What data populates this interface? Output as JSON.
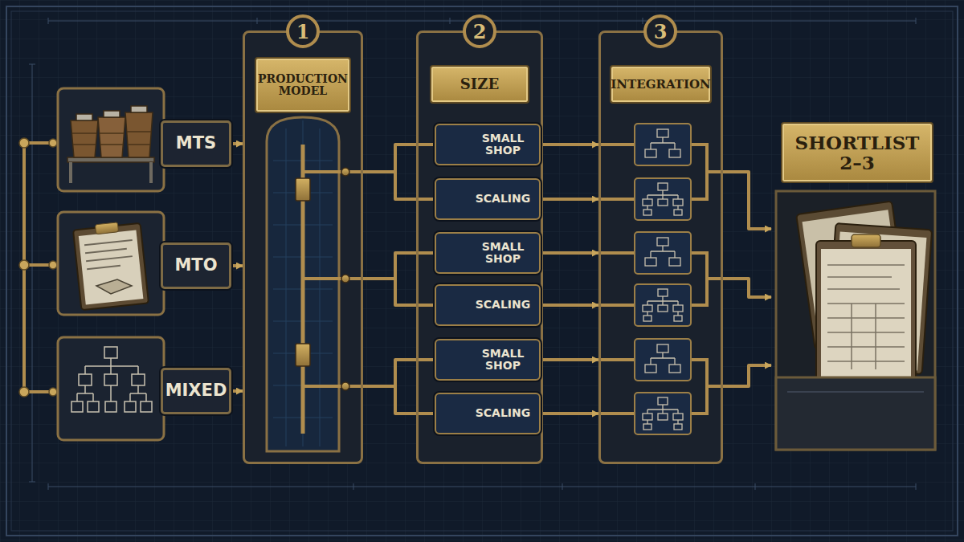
{
  "diagram": {
    "nodes": [
      {
        "text": [
          "MTS"
        ]
      },
      {
        "text": [
          "MTO"
        ]
      },
      {
        "text": [
          "MIXED"
        ]
      },
      {
        "text": [
          "PRODUCTION MODEL"
        ]
      },
      {
        "text": [
          "SIZE"
        ]
      },
      {
        "text": [
          "SMALL SHOP"
        ],
        "in": 4
      },
      {
        "text": [
          "SCALING"
        ],
        "in": 4
      },
      {
        "text": [
          "SMALL SHOP"
        ],
        "in": 4
      },
      {
        "text": [
          "SCALING"
        ],
        "in": 4
      },
      {
        "text": [
          "SMALL SHOP"
        ],
        "in": 4
      },
      {
        "text": [
          "SCALING"
        ],
        "in": 4
      },
      {
        "text": [
          "INTEGRATION"
        ]
      },
      {
        "text": [
          "SHORTLIST 2–3"
        ]
      }
    ],
    "edges": [
      {
        "from": 0,
        "to": 3,
        "arrow": "to"
      },
      {
        "from": 1,
        "to": 3,
        "arrow": "to"
      },
      {
        "from": 2,
        "to": 3,
        "arrow": "to"
      },
      {
        "from": 3,
        "to": 5,
        "arrow": "none"
      },
      {
        "from": 3,
        "to": 6,
        "arrow": "none"
      },
      {
        "from": 3,
        "to": 7,
        "arrow": "none"
      },
      {
        "from": 3,
        "to": 8,
        "arrow": "none"
      },
      {
        "from": 3,
        "to": 9,
        "arrow": "none"
      },
      {
        "from": 3,
        "to": 10,
        "arrow": "none"
      },
      {
        "from": 5,
        "to": 11,
        "arrow": "to"
      },
      {
        "from": 6,
        "to": 11,
        "arrow": "to"
      },
      {
        "from": 7,
        "to": 11,
        "arrow": "to"
      },
      {
        "from": 8,
        "to": 11,
        "arrow": "to"
      },
      {
        "from": 9,
        "to": 11,
        "arrow": "to"
      },
      {
        "from": 10,
        "to": 11,
        "arrow": "to"
      },
      {
        "from": 11,
        "to": 12,
        "arrow": "to"
      },
      {
        "from": 11,
        "to": 12,
        "arrow": "to"
      },
      {
        "from": 11,
        "to": 12,
        "arrow": "to"
      }
    ],
    "labels": [
      "1",
      "2",
      "3"
    ]
  }
}
